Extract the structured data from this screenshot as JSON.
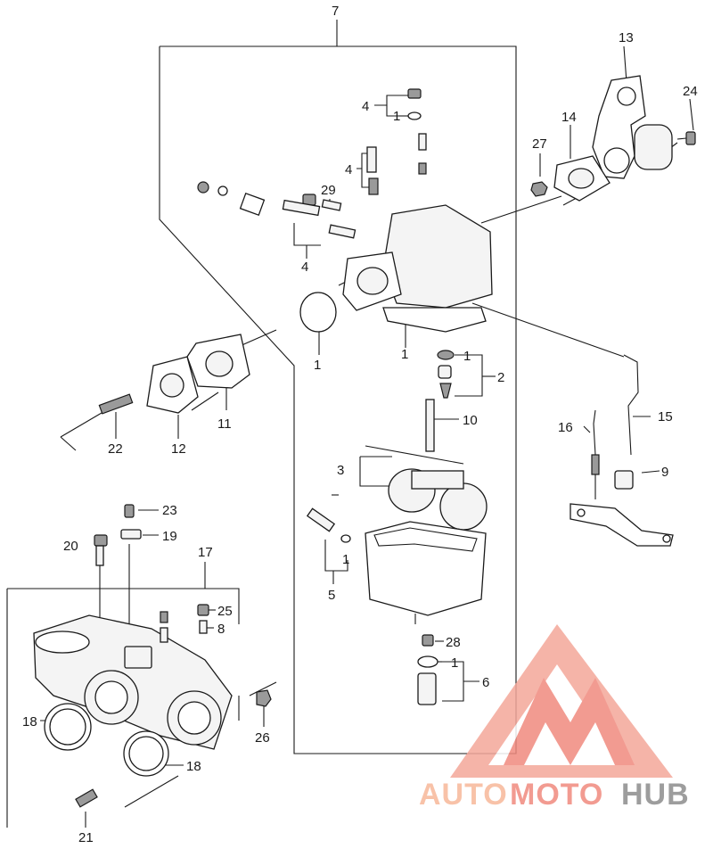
{
  "labels": [
    {
      "id": "7",
      "text": "7"
    },
    {
      "id": "13",
      "text": "13"
    },
    {
      "id": "24",
      "text": "24"
    },
    {
      "id": "14",
      "text": "14"
    },
    {
      "id": "27",
      "text": "27"
    },
    {
      "id": "4a",
      "text": "4"
    },
    {
      "id": "1a",
      "text": "1"
    },
    {
      "id": "4b",
      "text": "4"
    },
    {
      "id": "29",
      "text": "29"
    },
    {
      "id": "4c",
      "text": "4"
    },
    {
      "id": "1b",
      "text": "1"
    },
    {
      "id": "1c",
      "text": "1"
    },
    {
      "id": "1d",
      "text": "1"
    },
    {
      "id": "2",
      "text": "2"
    },
    {
      "id": "10",
      "text": "10"
    },
    {
      "id": "15",
      "text": "15"
    },
    {
      "id": "16",
      "text": "16"
    },
    {
      "id": "9",
      "text": "9"
    },
    {
      "id": "3",
      "text": "3"
    },
    {
      "id": "11",
      "text": "11"
    },
    {
      "id": "12",
      "text": "12"
    },
    {
      "id": "22",
      "text": "22"
    },
    {
      "id": "23",
      "text": "23"
    },
    {
      "id": "19",
      "text": "19"
    },
    {
      "id": "20",
      "text": "20"
    },
    {
      "id": "17",
      "text": "17"
    },
    {
      "id": "25",
      "text": "25"
    },
    {
      "id": "8",
      "text": "8"
    },
    {
      "id": "1e",
      "text": "1"
    },
    {
      "id": "5",
      "text": "5"
    },
    {
      "id": "28",
      "text": "28"
    },
    {
      "id": "1f",
      "text": "1"
    },
    {
      "id": "6",
      "text": "6"
    },
    {
      "id": "26",
      "text": "26"
    },
    {
      "id": "18a",
      "text": "18"
    },
    {
      "id": "18b",
      "text": "18"
    },
    {
      "id": "21",
      "text": "21"
    }
  ],
  "watermark": {
    "word_part1": "AUTO",
    "word_part2": "MOTO",
    "word_part3": "HUB",
    "color_light": "#f7b89a",
    "color_main": "#f08a7e",
    "color_dark": "#8c8c8c"
  }
}
